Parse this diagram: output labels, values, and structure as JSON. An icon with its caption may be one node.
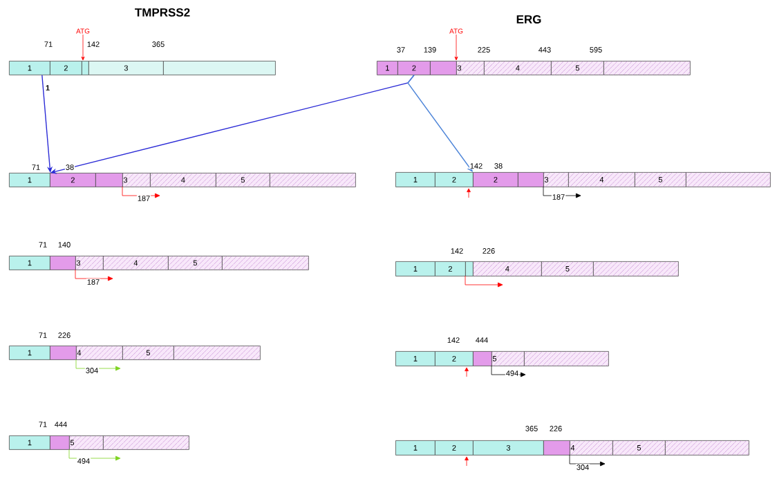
{
  "diagram": {
    "nodes": [
      {
        "text": [
          "1"
        ]
      },
      {
        "text": [
          "2"
        ]
      },
      {
        "text": [],
        "shape": "box"
      },
      {
        "text": [
          "3"
        ]
      },
      {
        "text": [],
        "shape": "box"
      },
      {
        "text": [
          "1"
        ]
      },
      {
        "text": [
          "2"
        ]
      },
      {
        "text": [],
        "shape": "box"
      },
      {
        "text": [
          "3"
        ]
      },
      {
        "text": [
          "4"
        ]
      },
      {
        "text": [
          "5"
        ]
      },
      {
        "text": [],
        "shape": "box"
      },
      {
        "text": [
          "1"
        ]
      },
      {
        "text": [
          "2"
        ]
      },
      {
        "text": [],
        "shape": "box"
      },
      {
        "text": [
          "3"
        ]
      },
      {
        "text": [
          "4"
        ]
      },
      {
        "text": [
          "5"
        ]
      },
      {
        "text": [],
        "shape": "box"
      },
      {
        "text": [
          "1"
        ]
      },
      {
        "text": [
          "2"
        ]
      },
      {
        "text": [
          "2"
        ]
      },
      {
        "text": [],
        "shape": "box"
      },
      {
        "text": [
          "3"
        ]
      },
      {
        "text": [
          "4"
        ]
      },
      {
        "text": [
          "5"
        ]
      },
      {
        "text": [],
        "shape": "box"
      },
      {
        "text": [
          "1"
        ]
      },
      {
        "text": [],
        "shape": "box"
      },
      {
        "text": [
          "3"
        ]
      },
      {
        "text": [
          "4"
        ]
      },
      {
        "text": [
          "5"
        ]
      },
      {
        "text": [],
        "shape": "box"
      },
      {
        "text": [
          "1"
        ]
      },
      {
        "text": [
          "2"
        ]
      },
      {
        "text": [],
        "shape": "box"
      },
      {
        "text": [
          "4"
        ]
      },
      {
        "text": [
          "5"
        ]
      },
      {
        "text": [],
        "shape": "box"
      },
      {
        "text": [
          "1"
        ]
      },
      {
        "text": [],
        "shape": "box"
      },
      {
        "text": [
          "4"
        ]
      },
      {
        "text": [
          "5"
        ]
      },
      {
        "text": [],
        "shape": "box"
      },
      {
        "text": [
          "1"
        ]
      },
      {
        "text": [
          "2"
        ]
      },
      {
        "text": [],
        "shape": "box"
      },
      {
        "text": [
          "5"
        ]
      },
      {
        "text": [],
        "shape": "box"
      },
      {
        "text": [
          "1"
        ]
      },
      {
        "text": [],
        "shape": "box"
      },
      {
        "text": [
          "5"
        ]
      },
      {
        "text": [],
        "shape": "box"
      },
      {
        "text": [
          "1"
        ]
      },
      {
        "text": [
          "2"
        ]
      },
      {
        "text": [
          "3"
        ]
      },
      {
        "text": [],
        "shape": "box"
      },
      {
        "text": [
          "4"
        ]
      },
      {
        "text": [
          "5"
        ]
      },
      {
        "text": [],
        "shape": "box"
      }
    ],
    "edges": [
      {
        "from": 0,
        "to": 12,
        "arrow": "to",
        "label": "1"
      },
      {
        "from": 6,
        "to": 12,
        "arrow": "to"
      },
      {
        "from": 6,
        "to": 21,
        "arrow": "to",
        "color": "#4f86d9"
      }
    ],
    "labels": [
      "TMPRSS2",
      "ERG",
      "ATG",
      "71",
      "142",
      "365",
      "ATG",
      "37",
      "139",
      "225",
      "443",
      "595",
      "71",
      "38",
      "142",
      "38",
      "187",
      "187",
      "71",
      "140",
      "142",
      "226",
      "187",
      "71",
      "226",
      "142",
      "444",
      "304",
      "494",
      "71",
      "444",
      "365",
      "226",
      "304",
      "494"
    ]
  }
}
